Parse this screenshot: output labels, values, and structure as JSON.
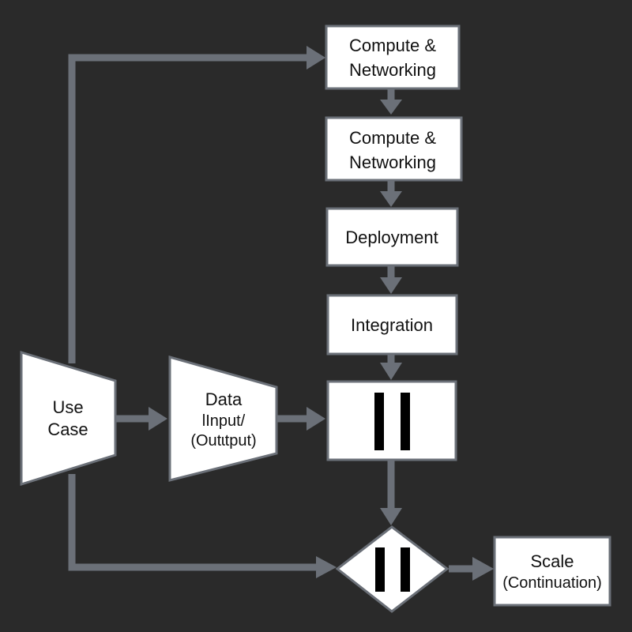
{
  "diagram": {
    "colors": {
      "background": "#2a2a2a",
      "connector": "#6b7078",
      "node_fill": "#ffffff",
      "node_stroke": "#6b7078",
      "text": "#111111",
      "bar": "#000000"
    },
    "nodes": {
      "compute_networking_1": {
        "line1": "Compute &",
        "line2": "Networking"
      },
      "compute_networking_2": {
        "line1": "Compute &",
        "line2": "Networking"
      },
      "deployment": {
        "label": "Deployment"
      },
      "integration": {
        "label": "Integration"
      },
      "use_case": {
        "line1": "Use",
        "line2": "Case"
      },
      "data_io": {
        "line1": "Data",
        "line2": "lInput/",
        "line3": "(Outɩtput)"
      },
      "parallel_box": {
        "symbol": "pause-bars"
      },
      "parallel_diamond": {
        "symbol": "pause-bars"
      },
      "scale": {
        "line1": "Scale",
        "line2": "(Continuation)"
      }
    },
    "edges": [
      {
        "from": "use_case",
        "to": "compute_networking_1"
      },
      {
        "from": "compute_networking_1",
        "to": "compute_networking_2"
      },
      {
        "from": "compute_networking_2",
        "to": "deployment"
      },
      {
        "from": "deployment",
        "to": "integration"
      },
      {
        "from": "integration",
        "to": "parallel_box"
      },
      {
        "from": "use_case",
        "to": "data_io"
      },
      {
        "from": "data_io",
        "to": "parallel_box"
      },
      {
        "from": "parallel_box",
        "to": "parallel_diamond"
      },
      {
        "from": "use_case",
        "to": "parallel_diamond"
      },
      {
        "from": "parallel_diamond",
        "to": "scale"
      }
    ]
  }
}
